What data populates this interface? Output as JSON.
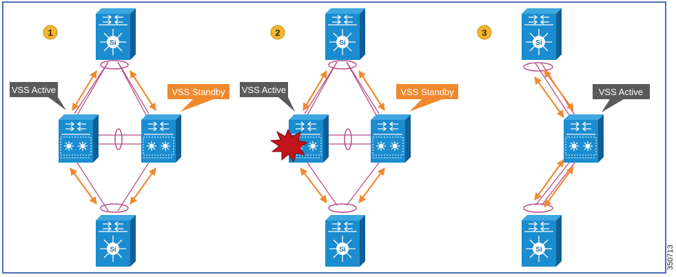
{
  "figure_id": "350713",
  "colors": {
    "frame": "#4a6fb0",
    "switch_face": "#1b8ccf",
    "switch_side": "#0f5f96",
    "switch_top": "#3ea6e0",
    "link_pink": "#b84c86",
    "arrow_orange": "#f0892e",
    "step_badge": "#f2b630",
    "callout_active": "#5a5a5a",
    "callout_standby": "#f0892e",
    "failure": "#c0141c"
  },
  "icons": {
    "core_switch": "si-core-switch-icon",
    "distribution_switch": "vss-distribution-switch-icon",
    "failure": "failure-burst-icon"
  },
  "scenes": [
    {
      "step": "1",
      "callouts": [
        {
          "role": "active",
          "text": "VSS Active"
        },
        {
          "role": "standby",
          "text": "VSS Standby"
        }
      ]
    },
    {
      "step": "2",
      "callouts": [
        {
          "role": "active",
          "text": "VSS Active"
        },
        {
          "role": "standby",
          "text": "VSS Standby"
        }
      ]
    },
    {
      "step": "3",
      "callouts": [
        {
          "role": "active",
          "text": "VSS Active"
        }
      ]
    }
  ]
}
